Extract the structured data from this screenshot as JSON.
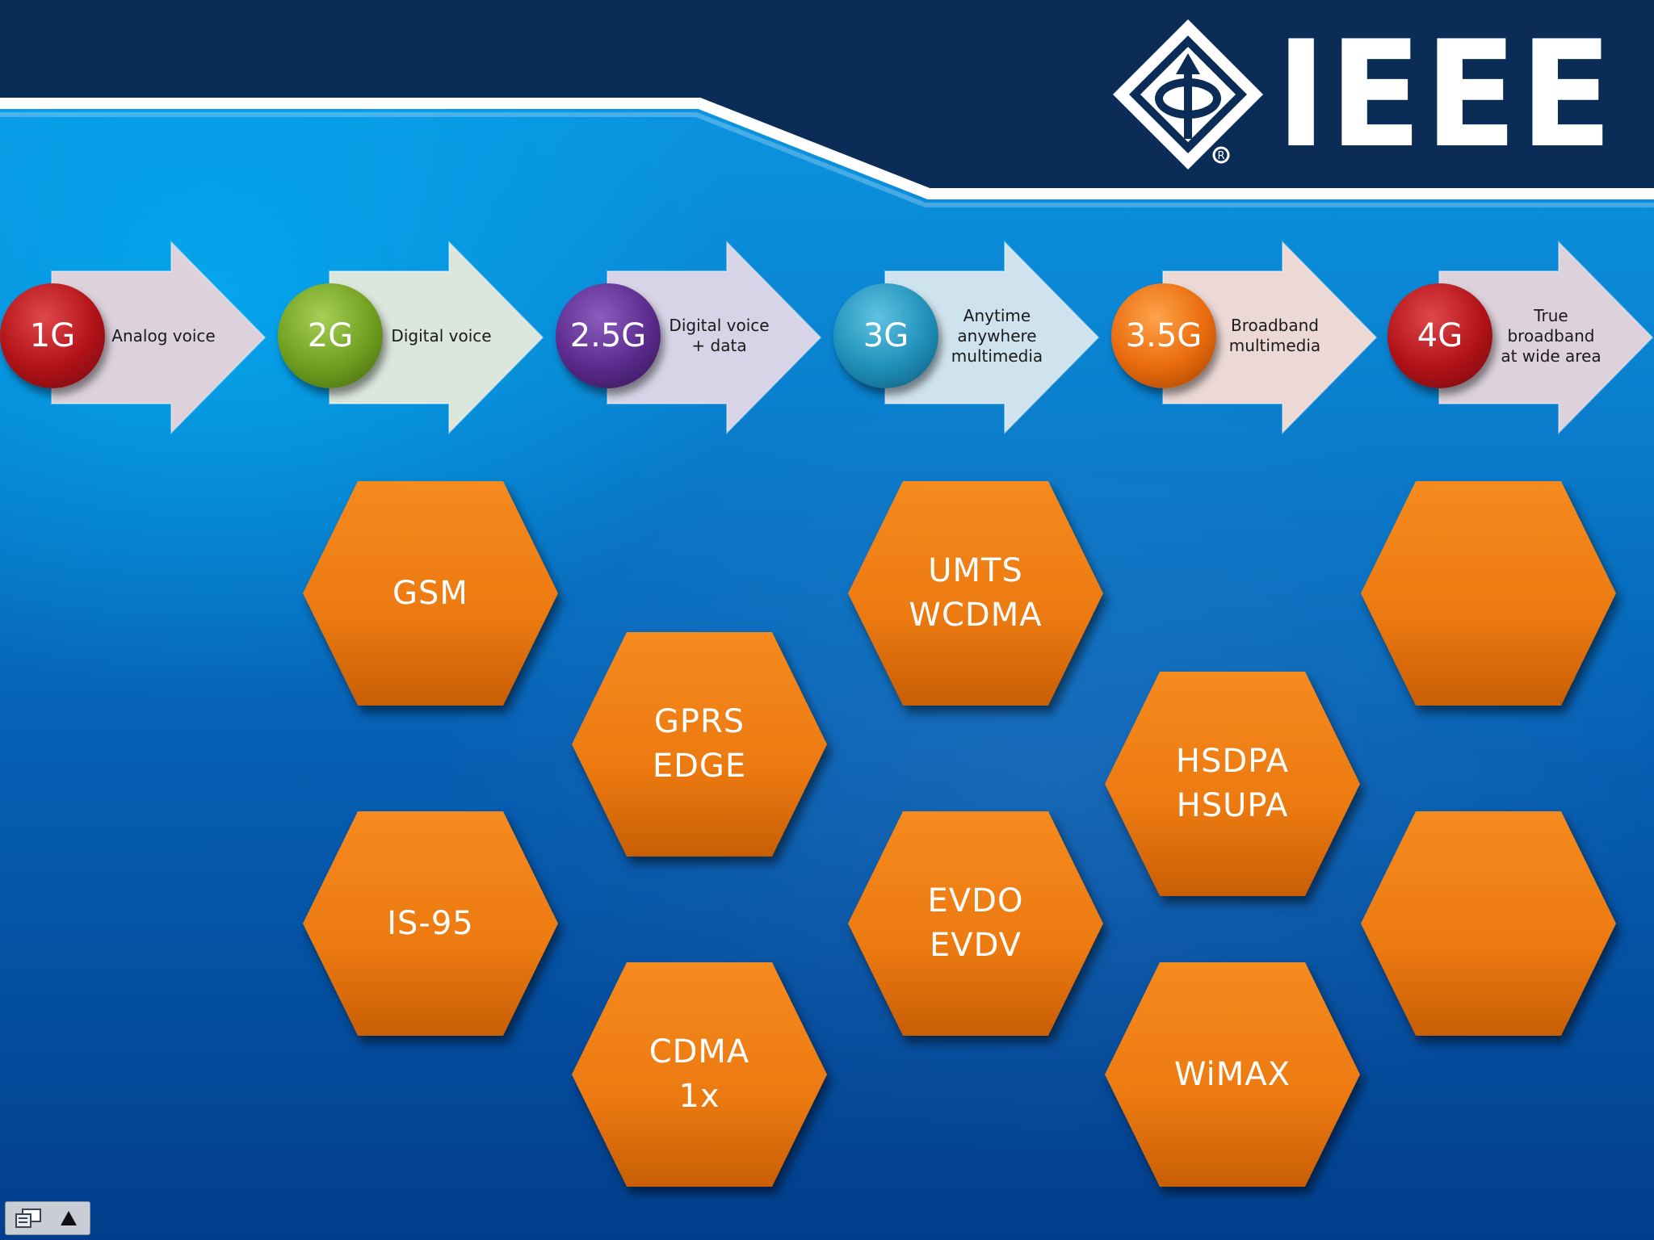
{
  "logo": {
    "wordmark": "IEEE",
    "icon": "ieee-diamond-logo-icon"
  },
  "timeline": [
    {
      "generation": "1G",
      "description": "Analog voice",
      "color": "#b01218",
      "arrow_color": "#ddd2dc"
    },
    {
      "generation": "2G",
      "description": "Digital voice",
      "color": "#6f9e1e",
      "arrow_color": "#dbe6dc"
    },
    {
      "generation": "2.5G",
      "description": "Digital voice\n+ data",
      "color": "#5a2a8c",
      "arrow_color": "#d6d4e6"
    },
    {
      "generation": "3G",
      "description": "Anytime\nanywhere\nmultimedia",
      "color": "#1f8fb8",
      "arrow_color": "#cfe3ee"
    },
    {
      "generation": "3.5G",
      "description": "Broadband\nmultimedia",
      "color": "#e86a0c",
      "arrow_color": "#ecd9d6"
    },
    {
      "generation": "4G",
      "description": "True\nbroadband\nat wide area",
      "color": "#b01218",
      "arrow_color": "#ddd2dc"
    }
  ],
  "technologies": [
    {
      "label": "GSM"
    },
    {
      "label": "IS-95"
    },
    {
      "label": "GPRS\nEDGE"
    },
    {
      "label": "CDMA\n1x"
    },
    {
      "label": "UMTS\nWCDMA"
    },
    {
      "label": "EVDO\nEVDV"
    },
    {
      "label": "HSDPA\nHSUPA"
    },
    {
      "label": "WiMAX"
    },
    {
      "label": ""
    },
    {
      "label": ""
    }
  ],
  "colors": {
    "hex_fill": "#ec7a10",
    "header_navy": "#0b2c57"
  },
  "toolbar": {
    "slide_menu_icon": "slide-menu-icon",
    "up_icon": "triangle-up-icon"
  }
}
